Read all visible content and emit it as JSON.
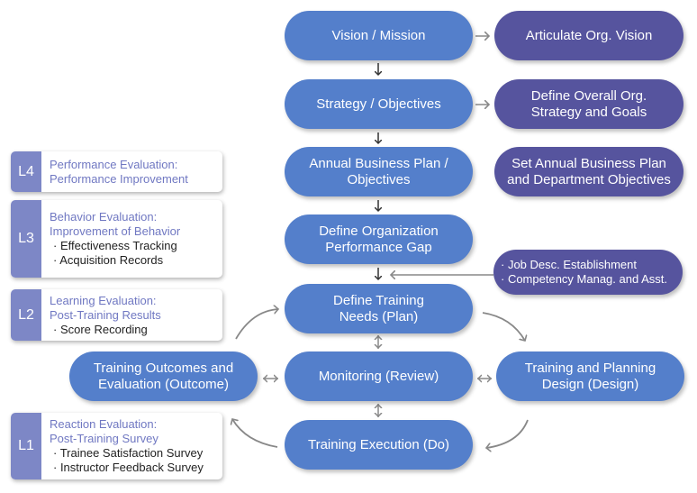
{
  "center_flow": [
    {
      "id": "vision",
      "lines": [
        "Vision / Mission"
      ]
    },
    {
      "id": "strategy",
      "lines": [
        "Strategy / Objectives"
      ]
    },
    {
      "id": "annual",
      "lines": [
        "Annual Business Plan /",
        "Objectives"
      ]
    },
    {
      "id": "gap",
      "lines": [
        "Define Organization",
        "Performance Gap"
      ]
    },
    {
      "id": "needs",
      "lines": [
        "Define Training",
        "Needs (Plan)"
      ]
    },
    {
      "id": "monitoring",
      "lines": [
        "Monitoring (Review)"
      ]
    },
    {
      "id": "execution",
      "lines": [
        "Training Execution (Do)"
      ]
    }
  ],
  "right_column": [
    {
      "id": "articulate",
      "lines": [
        "Articulate Org. Vision"
      ]
    },
    {
      "id": "define-strategy",
      "lines": [
        "Define Overall Org.",
        "Strategy and Goals"
      ]
    },
    {
      "id": "set-annual",
      "lines": [
        "Set Annual Business Plan",
        "and Department Objectives"
      ]
    }
  ],
  "side_input": {
    "items": [
      "· Job Desc. Establishment",
      "· Competency Manag. and Asst."
    ]
  },
  "cycle": {
    "outcome": {
      "lines": [
        "Training Outcomes and",
        "Evaluation (Outcome)"
      ]
    },
    "design": {
      "lines": [
        "Training and Planning",
        "Design (Design)"
      ]
    }
  },
  "levels": [
    {
      "tag": "L4",
      "title": [
        "Performance Evaluation:",
        "Performance Improvement"
      ],
      "items": []
    },
    {
      "tag": "L3",
      "title": [
        "Behavior Evaluation:",
        "Improvement of Behavior"
      ],
      "items": [
        "· Effectiveness Tracking",
        "· Acquisition Records"
      ]
    },
    {
      "tag": "L2",
      "title": [
        "Learning Evaluation:",
        "Post-Training Results"
      ],
      "items": [
        "· Score Recording"
      ]
    },
    {
      "tag": "L1",
      "title": [
        "Reaction Evaluation:",
        "Post-Training Survey"
      ],
      "items": [
        "· Trainee Satisfaction Survey",
        "· Instructor Feedback Survey"
      ]
    }
  ],
  "colors": {
    "process_blue": "#547fcb",
    "org_purple": "#56549e",
    "level_tag": "#7d87c6",
    "level_title": "#7078c2",
    "arrow_gray": "#888888",
    "arrow_dark": "#333333"
  }
}
